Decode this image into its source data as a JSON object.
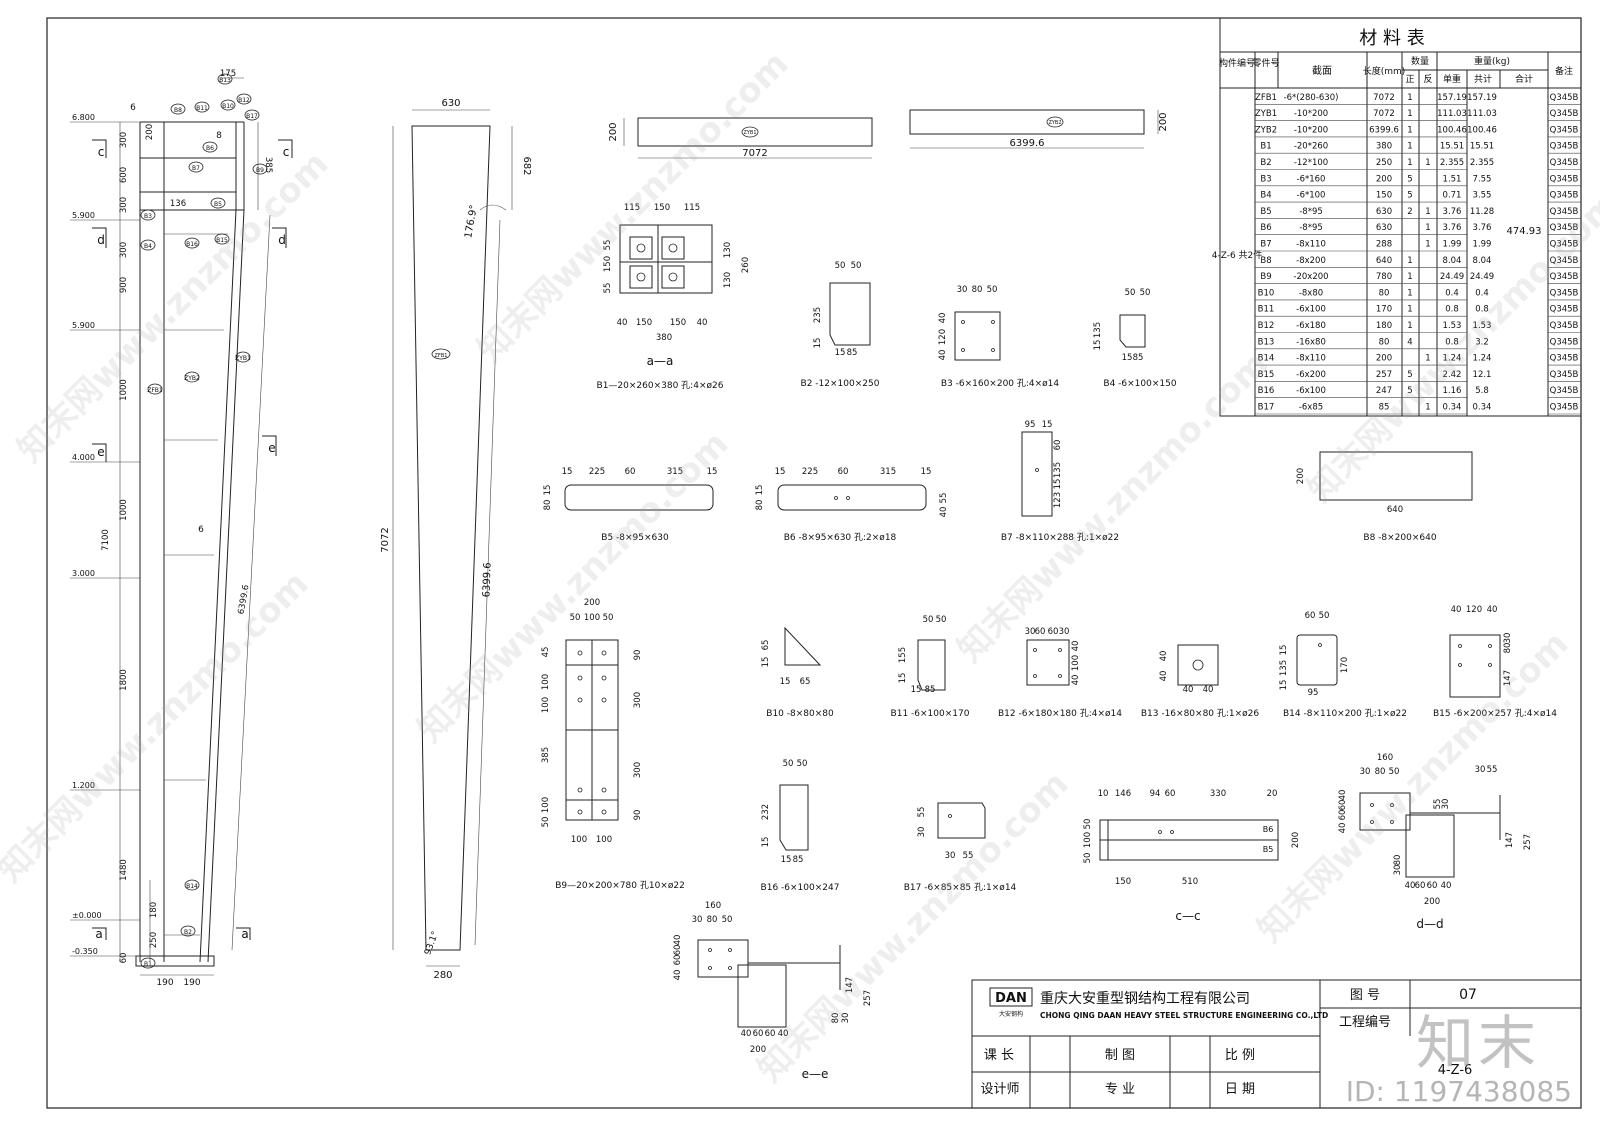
{
  "material_table": {
    "title": "材 料 表",
    "headers": {
      "component_no": "构件编号",
      "part_no": "零件号",
      "section": "截面",
      "length": "长度(mm)",
      "quantity": "数量",
      "qty_positive": "正",
      "qty_reverse": "反",
      "weight": "重量(kg)",
      "unit_weight": "单重",
      "total_weight": "共计",
      "sum_weight": "合计",
      "remark": "备注"
    },
    "component_label": "4-Z-6 共2件",
    "sum_total": "474.93",
    "rows": [
      {
        "part": "ZFB1",
        "section": "-6*(280-630)",
        "length": "7072",
        "qty": "1",
        "rev": "",
        "unit": "157.19",
        "total": "157.19",
        "mat": "Q345B"
      },
      {
        "part": "ZYB1",
        "section": "-10*200",
        "length": "7072",
        "qty": "1",
        "rev": "",
        "unit": "111.03",
        "total": "111.03",
        "mat": "Q345B"
      },
      {
        "part": "ZYB2",
        "section": "-10*200",
        "length": "6399.6",
        "qty": "1",
        "rev": "",
        "unit": "100.46",
        "total": "100.46",
        "mat": "Q345B"
      },
      {
        "part": "B1",
        "section": "-20*260",
        "length": "380",
        "qty": "1",
        "rev": "",
        "unit": "15.51",
        "total": "15.51",
        "mat": "Q345B"
      },
      {
        "part": "B2",
        "section": "-12*100",
        "length": "250",
        "qty": "1",
        "rev": "1",
        "unit": "2.355",
        "total": "2.355",
        "mat": "Q345B"
      },
      {
        "part": "B3",
        "section": "-6*160",
        "length": "200",
        "qty": "5",
        "rev": "",
        "unit": "1.51",
        "total": "7.55",
        "mat": "Q345B"
      },
      {
        "part": "B4",
        "section": "-6*100",
        "length": "150",
        "qty": "5",
        "rev": "",
        "unit": "0.71",
        "total": "3.55",
        "mat": "Q345B"
      },
      {
        "part": "B5",
        "section": "-8*95",
        "length": "630",
        "qty": "2",
        "rev": "1",
        "unit": "3.76",
        "total": "11.28",
        "mat": "Q345B"
      },
      {
        "part": "B6",
        "section": "-8*95",
        "length": "630",
        "qty": "",
        "rev": "1",
        "unit": "3.76",
        "total": "3.76",
        "mat": "Q345B"
      },
      {
        "part": "B7",
        "section": "-8x110",
        "length": "288",
        "qty": "",
        "rev": "1",
        "unit": "1.99",
        "total": "1.99",
        "mat": "Q345B"
      },
      {
        "part": "B8",
        "section": "-8x200",
        "length": "640",
        "qty": "1",
        "rev": "",
        "unit": "8.04",
        "total": "8.04",
        "mat": "Q345B"
      },
      {
        "part": "B9",
        "section": "-20x200",
        "length": "780",
        "qty": "1",
        "rev": "",
        "unit": "24.49",
        "total": "24.49",
        "mat": "Q345B"
      },
      {
        "part": "B10",
        "section": "-8x80",
        "length": "80",
        "qty": "1",
        "rev": "",
        "unit": "0.4",
        "total": "0.4",
        "mat": "Q345B"
      },
      {
        "part": "B11",
        "section": "-6x100",
        "length": "170",
        "qty": "1",
        "rev": "",
        "unit": "0.8",
        "total": "0.8",
        "mat": "Q345B"
      },
      {
        "part": "B12",
        "section": "-6x180",
        "length": "180",
        "qty": "1",
        "rev": "",
        "unit": "1.53",
        "total": "1.53",
        "mat": "Q345B"
      },
      {
        "part": "B13",
        "section": "-16x80",
        "length": "80",
        "qty": "4",
        "rev": "",
        "unit": "0.8",
        "total": "3.2",
        "mat": "Q345B"
      },
      {
        "part": "B14",
        "section": "-8x110",
        "length": "200",
        "qty": "",
        "rev": "1",
        "unit": "1.24",
        "total": "1.24",
        "mat": "Q345B"
      },
      {
        "part": "B15",
        "section": "-6x200",
        "length": "257",
        "qty": "5",
        "rev": "",
        "unit": "2.42",
        "total": "12.1",
        "mat": "Q345B"
      },
      {
        "part": "B16",
        "section": "-6x100",
        "length": "247",
        "qty": "5",
        "rev": "",
        "unit": "1.16",
        "total": "5.8",
        "mat": "Q345B"
      },
      {
        "part": "B17",
        "section": "-6x85",
        "length": "85",
        "qty": "",
        "rev": "1",
        "unit": "0.34",
        "total": "0.34",
        "mat": "Q345B"
      }
    ]
  },
  "title_block": {
    "company_cn": "重庆大安重型钢结构工程有限公司",
    "company_en": "CHONG QING DAAN HEAVY STEEL STRUCTURE ENGINEERING CO.,LTD",
    "logo_text": "DAN",
    "logo_sub": "大安钢构",
    "drawing_no_label": "图 号",
    "drawing_no": "07",
    "project_no_label": "工程编号",
    "project_no": "4-Z-6",
    "section_chief_label": "课 长",
    "drafting_label": "制 图",
    "scale_label": "比 例",
    "designer_label": "设计师",
    "specialty_label": "专 业",
    "date_label": "日 期"
  },
  "elevation": {
    "levels": [
      "6.800",
      "5.900",
      "5.900",
      "4.000",
      "3.000",
      "1.200",
      "±0.000",
      "-0.350"
    ],
    "vertical_dims": [
      "300",
      "600",
      "300",
      "300",
      "900",
      "1000",
      "1000",
      "7100",
      "1800",
      "1480",
      "180",
      "250",
      "60"
    ],
    "top_dims": [
      "175",
      "200",
      "385",
      "136",
      "6399.6"
    ],
    "bottom_dims": [
      "190",
      "190"
    ],
    "section_marks": [
      "c",
      "c",
      "d",
      "d",
      "e",
      "e",
      "a",
      "a"
    ],
    "parts": [
      "B8",
      "B11",
      "B10",
      "B13",
      "B6",
      "B7",
      "B5",
      "B3",
      "B4",
      "B16",
      "B15",
      "ZYB1",
      "ZFB1",
      "ZYB2",
      "B14",
      "B2",
      "B1",
      "B17",
      "B9",
      "B12"
    ],
    "weld": [
      "6",
      "8",
      "6"
    ]
  },
  "flange_plate": {
    "top_width": "630",
    "bottom_width": "280",
    "length": "7072",
    "side_length": "6399.6",
    "top_offset": "682",
    "angle_top": "176.9°",
    "angle_bottom": "93.1°",
    "label": "ZFB1"
  },
  "web_plates": {
    "zyb1_width": "200",
    "zyb1_length": "7072",
    "zyb1_label": "ZYB1",
    "zyb2_width": "200",
    "zyb2_length": "6399.6",
    "zyb2_label": "ZYB2"
  },
  "details": {
    "aa_title": "a—a",
    "aa_caption": "B1—20×260×380 孔:4×ø26",
    "aa_dims": [
      "115",
      "150",
      "115",
      "55",
      "150",
      "55",
      "130",
      "130",
      "260",
      "40",
      "150",
      "150",
      "40",
      "380"
    ],
    "b2_caption": "B2 -12×100×250",
    "b2_dims": [
      "50",
      "50",
      "235",
      "15",
      "15",
      "85"
    ],
    "b3_caption": "B3 -6×160×200 孔:4×ø14",
    "b3_dims": [
      "30",
      "80",
      "50",
      "40",
      "120",
      "40"
    ],
    "b4_caption": "B4 -6×100×150",
    "b4_dims": [
      "50",
      "50",
      "135",
      "15",
      "15",
      "85"
    ],
    "b5_caption": "B5 -8×95×630",
    "b5_dims": [
      "15",
      "225",
      "60",
      "315",
      "15",
      "80",
      "15"
    ],
    "b6_caption": "B6 -8×95×630 孔:2×ø18",
    "b6_dims": [
      "15",
      "225",
      "60",
      "315",
      "15",
      "80",
      "15",
      "40",
      "55"
    ],
    "b7_caption": "B7 -8×110×288 孔:1×ø22",
    "b7_dims": [
      "95",
      "15",
      "60",
      "135",
      "15",
      "123"
    ],
    "b8_caption": "B8 -8×200×640",
    "b8_dims": [
      "200",
      "640"
    ],
    "b9_caption": "B9—20×200×780 孔10×ø22",
    "b9_dims": [
      "200",
      "50",
      "100",
      "50",
      "45",
      "100",
      "100",
      "385",
      "100",
      "50",
      "90",
      "300",
      "300",
      "90",
      "100",
      "100"
    ],
    "b10_caption": "B10 -8×80×80",
    "b10_dims": [
      "65",
      "15",
      "15",
      "65"
    ],
    "b11_caption": "B11 -6×100×170",
    "b11_dims": [
      "50",
      "50",
      "155",
      "15",
      "15",
      "85"
    ],
    "b12_caption": "B12 -6×180×180 孔:4×ø14",
    "b12_dims": [
      "30",
      "60",
      "60",
      "30",
      "40",
      "100",
      "40"
    ],
    "b13_caption": "B13 -16×80×80 孔:1×ø26",
    "b13_dims": [
      "40",
      "40",
      "40",
      "40"
    ],
    "b14_caption": "B14 -8×110×200 孔:1×ø22",
    "b14_dims": [
      "60",
      "50",
      "135",
      "15",
      "170",
      "15",
      "95"
    ],
    "b15_caption": "B15 -6×200×257 孔:4×ø14",
    "b15_dims": [
      "40",
      "120",
      "40",
      "80",
      "30",
      "147"
    ],
    "b16_caption": "B16 -6×100×247",
    "b16_dims": [
      "50",
      "50",
      "232",
      "15",
      "15",
      "85"
    ],
    "b17_caption": "B17 -6×85×85 孔:1×ø14",
    "b17_dims": [
      "30",
      "55",
      "30",
      "55"
    ],
    "cc_title": "c—c",
    "cc_dims": [
      "10",
      "146",
      "94",
      "60",
      "330",
      "20",
      "50",
      "100",
      "50",
      "200",
      "150",
      "510"
    ],
    "cc_parts": [
      "B6",
      "B5"
    ],
    "dd_title": "d—d",
    "dd_dims": [
      "160",
      "30",
      "80",
      "50",
      "30",
      "55",
      "55",
      "30",
      "40",
      "60",
      "60",
      "40",
      "147",
      "257",
      "30",
      "80",
      "40",
      "60",
      "60",
      "40",
      "200"
    ],
    "ee_title": "e—e",
    "ee_dims": [
      "160",
      "30",
      "80",
      "50",
      "40",
      "60",
      "60",
      "40",
      "147",
      "30",
      "80",
      "257",
      "40",
      "60",
      "60",
      "40",
      "200"
    ]
  },
  "watermark": {
    "text": "知末网www.znzmo.com",
    "logo": "知末",
    "id": "ID: 1197438085"
  }
}
